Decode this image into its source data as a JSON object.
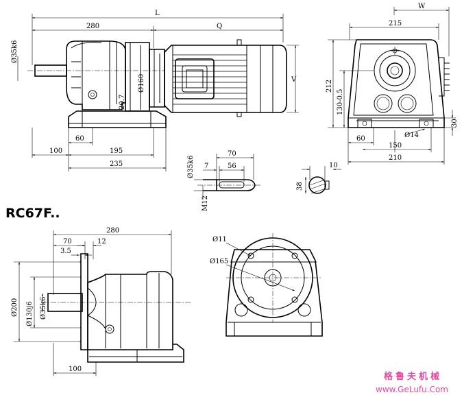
{
  "model": "RC67F..",
  "watermark": {
    "cn": "格鲁夫机械",
    "url": "www.GeLufu.Com"
  },
  "side_view": {
    "L": "L",
    "w280": "280",
    "Q": "Q",
    "shaft": "Ø35k6",
    "d160": "Ø160",
    "h207": "20.7",
    "V": "V",
    "d60": "60",
    "d100": "100",
    "d195": "195",
    "d235": "235"
  },
  "end_view": {
    "W": "W",
    "w215": "215",
    "h212": "212",
    "h130": "130-0.5",
    "d60": "60",
    "d14": "Ø14",
    "d150": "150",
    "d210": "210",
    "d30": "30"
  },
  "shaft_detail": {
    "d70": "70",
    "d7": "7",
    "d56": "56",
    "shaft": "Ø35k6",
    "thread": "M12"
  },
  "key_detail": {
    "d10": "10",
    "d38": "38"
  },
  "flange_view": {
    "w280": "280",
    "d70": "70",
    "d12": "12",
    "d35": "3.5",
    "d200": "Ø200",
    "d130": "Ø130j6",
    "shaft": "Ø35k6",
    "d100": "100"
  },
  "flange_face": {
    "d11": "Ø11",
    "d165": "Ø165"
  }
}
